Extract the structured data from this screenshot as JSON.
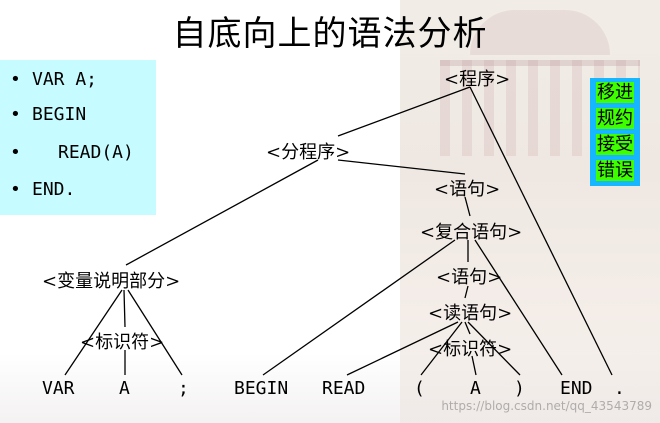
{
  "title": "自底向上的语法分析",
  "code": {
    "bullet": "•",
    "lines": [
      "VAR A;",
      "BEGIN",
      "READ(A)",
      "END."
    ]
  },
  "legend": {
    "items": [
      "移进",
      "规约",
      "接受",
      "错误"
    ],
    "colors": {
      "box": "#17b7ff",
      "highlight": "#3dff00"
    }
  },
  "tree": {
    "nodes": {
      "program": "<程序>",
      "subprogram": "<分程序>",
      "stmt1": "<语句>",
      "compound": "<复合语句>",
      "vardecl": "<变量说明部分>",
      "stmt2": "<语句>",
      "readstmt": "<读语句>",
      "ident1": "<标识符>",
      "ident2": "<标识符>"
    },
    "leaves": {
      "var": "VAR",
      "a1": "A",
      "semi": ";",
      "begin": "BEGIN",
      "read": "READ",
      "lparen": "(",
      "a2": "A",
      "rparen": ")",
      "end": "END",
      "dot": "."
    }
  },
  "watermark": "https://blog.csdn.net/qq_43543789",
  "colors": {
    "code_box": "#c6fbff",
    "line": "#000000"
  }
}
